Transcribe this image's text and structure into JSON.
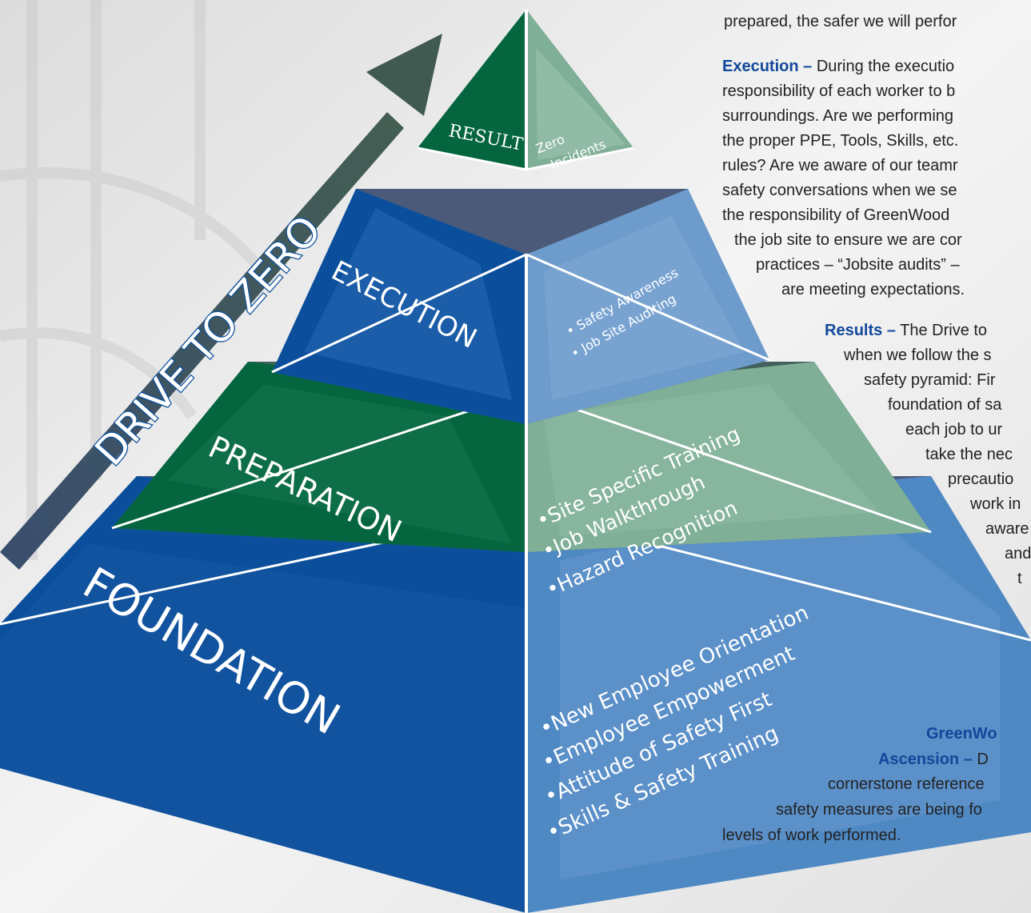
{
  "arrow": {
    "label": "DRIVE TO ZERO"
  },
  "tiers": [
    {
      "name": "RESULT",
      "items": [
        "Zero",
        "Incidents"
      ]
    },
    {
      "name": "EXECUTION",
      "items": [
        "• Safety Awareness",
        "• Job Site Auditing"
      ]
    },
    {
      "name": "PREPARATION",
      "items": [
        "•Site Specific Training",
        "•Job Walkthrough",
        "•Hazard Recognition"
      ]
    },
    {
      "name": "FOUNDATION",
      "items": [
        "•New Employee Orientation",
        "•Employee Empowerment",
        "•Attitude of Safety First",
        "•Skills & Safety Training"
      ]
    }
  ],
  "text": {
    "intro_tail": "prepared, the safer we will perfor",
    "execution_heading": "Execution –",
    "execution_lines": [
      " During the executio",
      "responsibility of each worker to b",
      "surroundings. Are we performing",
      "the proper PPE, Tools, Skills, etc.",
      "rules? Are we aware of our teamr",
      "safety conversations when we se",
      "the responsibility of GreenWood",
      "the job site to ensure we are cor",
      "practices – “Jobsite audits” –",
      "are meeting expectations."
    ],
    "results_heading": "Results –",
    "results_lines": [
      " The Drive to",
      "when we follow the s",
      "safety pyramid: Fir",
      "foundation of sa",
      "each job to ur",
      "take the nec",
      "precautio",
      "work in",
      "aware",
      "and",
      "t"
    ],
    "ascension_heading_1": "GreenWo",
    "ascension_heading_2": "Ascension –",
    "ascension_lines": [
      " D",
      "cornerstone reference",
      "safety measures are being fo",
      "levels of work performed."
    ]
  },
  "colors": {
    "green_dark": "#04653f",
    "green_light": "#7faf97",
    "blue_dark": "#0b4f9c",
    "blue_light": "#6d9ccc",
    "slate_band": "#4a5a78",
    "heading_blue": "#12489b",
    "arrow_start": "#3a4e6e",
    "arrow_end": "#445e52"
  }
}
